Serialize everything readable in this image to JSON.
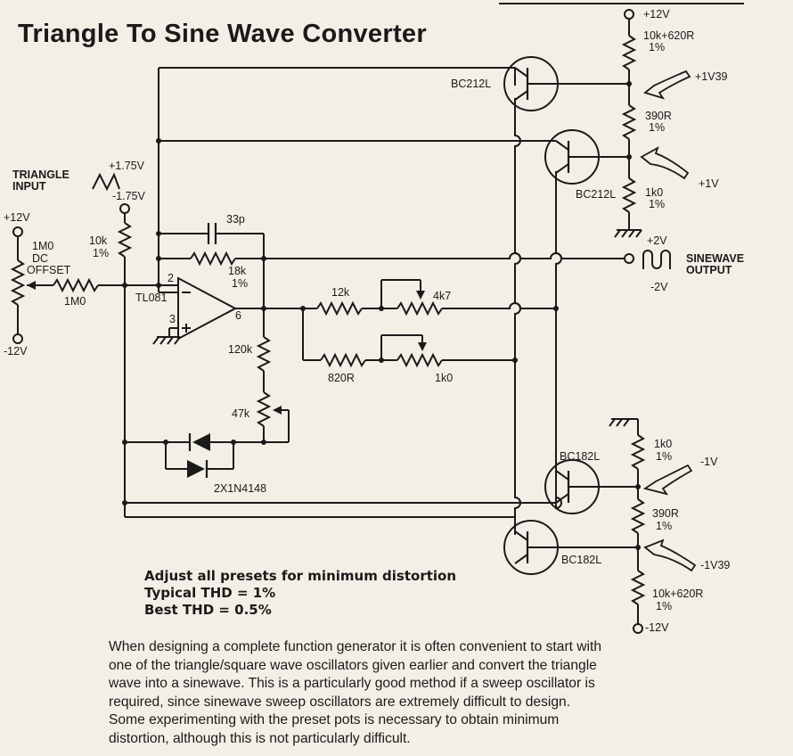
{
  "title": "Triangle To Sine Wave Converter",
  "labels": {
    "triangle_input": [
      "TRIANGLE",
      "INPUT"
    ],
    "tri_high": "+1.75V",
    "tri_low": "-1.75V",
    "supply_pos_left": "+12V",
    "supply_neg_left": "-12V",
    "offset_pot": [
      "1M0",
      "DC",
      "OFFSET"
    ],
    "offset_res": "1M0",
    "input_res": [
      "10k",
      "1%"
    ],
    "cap": "33p",
    "feedback_res": [
      "18k",
      "1%"
    ],
    "opamp": "TL081",
    "pin2": "2",
    "pin3": "3",
    "pin6": "6",
    "r120k": "120k",
    "pot47k": "47k",
    "diodes": "2X1N4148",
    "r12k": "12k",
    "pot4k7": "4k7",
    "r820": "820R",
    "pot1k0": "1k0",
    "supply_pos_right": "+12V",
    "top_res": [
      "10k+620R",
      "1%"
    ],
    "v139_pos": "+1V39",
    "r390_top": [
      "390R",
      "1%"
    ],
    "v1_pos": "+1V",
    "r1k0_top": [
      "1k0",
      "1%"
    ],
    "q1": "BC212L",
    "q2": "BC212L",
    "out_high": "+2V",
    "out_low": "-2V",
    "sine_output": [
      "SINEWAVE",
      "OUTPUT"
    ],
    "q3": "BC182L",
    "q4": "BC182L",
    "r1k0_bot": [
      "1k0",
      "1%"
    ],
    "v1_neg": "-1V",
    "r390_bot": [
      "390R",
      "1%"
    ],
    "v139_neg": "-1V39",
    "bot_res": [
      "10k+620R",
      "1%"
    ],
    "supply_neg_right": "-12V"
  },
  "notes": [
    "Adjust all presets for minimum distortion",
    "Typical THD = 1%",
    "Best THD = 0.5%"
  ],
  "caption": [
    "When designing a complete function generator it is often convenient to start with",
    "one of the triangle/square wave oscillators given earlier and convert the triangle",
    "wave into a sinewave. This is a particularly good method if a sweep oscillator is",
    "required, since sinewave sweep oscillators are extremely difficult to design.",
    "Some experimenting with the preset pots is necessary to obtain minimum",
    "distortion, although this is not particularly difficult."
  ]
}
